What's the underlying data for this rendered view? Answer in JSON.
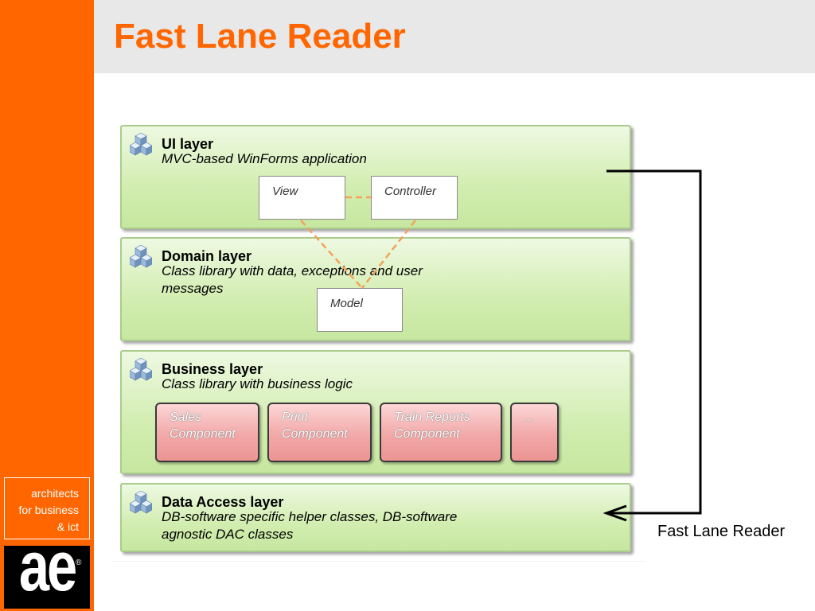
{
  "theme": {
    "accent": "#FF6600",
    "header_bg": "#E8E8E8",
    "layer_fill": "#D2EDB0",
    "component_fill": "#F2A8A8",
    "dependency_line": "#F5A15A",
    "connector_line": "#000000"
  },
  "sidebar": {
    "tagline": [
      "architects",
      "for business",
      "& ict"
    ],
    "logo": {
      "text": "ae",
      "mark": "®"
    }
  },
  "header": {
    "title": "Fast Lane Reader"
  },
  "diagram": {
    "layer_icon": "cubes-icon",
    "layers": [
      {
        "title": "UI layer",
        "subtitle": [
          "MVC-based WinForms application"
        ]
      },
      {
        "title": "Domain layer",
        "subtitle": [
          "Class library with data, exceptions and user",
          "messages"
        ]
      },
      {
        "title": "Business layer",
        "subtitle": [
          "Class library with business logic"
        ]
      },
      {
        "title": "Data Access layer",
        "subtitle": [
          "DB-software specific helper classes, DB-software",
          "agnostic DAC classes"
        ]
      }
    ],
    "ui_boxes": {
      "view": "View",
      "controller": "Controller"
    },
    "domain_boxes": {
      "model": "Model"
    },
    "components": [
      {
        "line1": "Sales",
        "line2": "Component"
      },
      {
        "line1": "Print",
        "line2": "Component"
      },
      {
        "line1": "Train Reports",
        "line2": "Component"
      },
      {
        "line1": "..."
      }
    ],
    "connector_label": "Fast Lane Reader"
  }
}
